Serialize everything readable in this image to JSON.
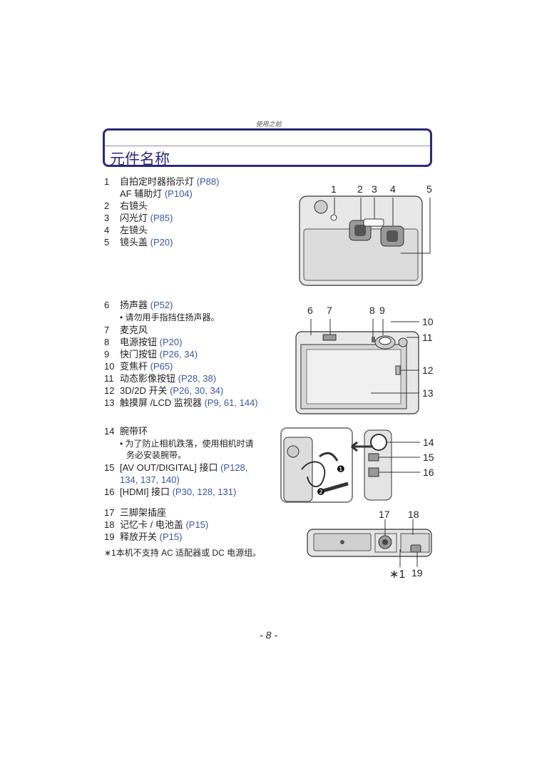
{
  "header": {
    "section": "使用之前"
  },
  "title": "元件名称",
  "group1": [
    {
      "num": "1",
      "text": "自拍定时器指示灯 ",
      "ref": "(P88)"
    },
    {
      "num": "",
      "text": "AF 辅助灯 ",
      "ref": "(P104)"
    },
    {
      "num": "2",
      "text": "右镜头",
      "ref": ""
    },
    {
      "num": "3",
      "text": "闪光灯 ",
      "ref": "(P85)"
    },
    {
      "num": "4",
      "text": "左镜头",
      "ref": ""
    },
    {
      "num": "5",
      "text": "镜头盖 ",
      "ref": "(P20)"
    }
  ],
  "group2": {
    "item6": {
      "num": "6",
      "text": "扬声器 ",
      "ref": "(P52)"
    },
    "note6": "• 请勿用手指挡住扬声器。",
    "rows": [
      {
        "num": "7",
        "text": "麦克风",
        "ref": ""
      },
      {
        "num": "8",
        "text": "电源按钮 ",
        "ref": "(P20)"
      },
      {
        "num": "9",
        "text": "快门按钮 ",
        "ref": "(P26, 34)"
      },
      {
        "num": "10",
        "text": "变焦杆 ",
        "ref": "(P65)"
      },
      {
        "num": "11",
        "text": "动态影像按钮 ",
        "ref": "(P28, 38)"
      },
      {
        "num": "12",
        "text": "3D/2D 开关 ",
        "ref": "(P26, 30, 34)"
      },
      {
        "num": "13",
        "text": "触摸屏 /LCD 监视器 ",
        "ref": "(P9, 61, 144)"
      }
    ]
  },
  "group3": {
    "item14": {
      "num": "14",
      "text": "腕带环"
    },
    "note14_line1": "• 为了防止相机跌落，使用相机时请",
    "note14_line2": "务必安装腕带。",
    "item15": {
      "num": "15",
      "text": "[AV OUT/DIGITAL] 接口 ",
      "ref": "(P128,"
    },
    "item15_cont": "134, 137, 140)",
    "item16": {
      "num": "16",
      "text": "[HDMI] 接口 ",
      "ref": "(P30, 128, 131)"
    }
  },
  "group4": [
    {
      "num": "17",
      "text": "三脚架插座",
      "ref": ""
    },
    {
      "num": "18",
      "text": "记忆卡 / 电池盖 ",
      "ref": "(P15)"
    },
    {
      "num": "19",
      "text": "释放开关 ",
      "ref": "(P15)"
    }
  ],
  "footnote": "∗1本机不支持 AC 适配器或 DC 电源组。",
  "callouts": {
    "front": [
      "1",
      "2",
      "3",
      "4",
      "5"
    ],
    "top": [
      "6",
      "7",
      "8",
      "9",
      "10",
      "11",
      "12",
      "13"
    ],
    "side": [
      "14",
      "15",
      "16"
    ],
    "bottom": [
      "17",
      "18",
      "∗1",
      "19"
    ],
    "strap_steps": [
      "❶",
      "❷"
    ]
  },
  "page_number": "- 8 -"
}
